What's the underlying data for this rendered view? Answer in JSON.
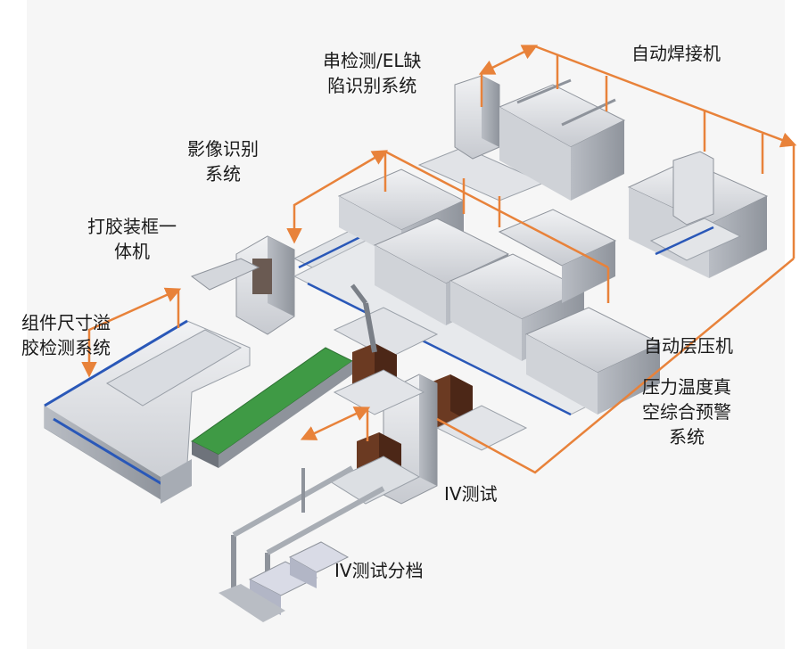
{
  "labels": {
    "el_defect": [
      "串检测/EL缺",
      "陷识别系统"
    ],
    "auto_welder": [
      "自动焊接机"
    ],
    "image_recognition": [
      "影像识别",
      "系统"
    ],
    "glue_frame": [
      "打胶装框一",
      "体机"
    ],
    "size_glue_check": [
      "组件尺寸溢",
      "胶检测系统"
    ],
    "auto_laminator": [
      "自动层压机"
    ],
    "pressure_warning": [
      "压力温度真",
      "空综合预警",
      "系统"
    ],
    "iv_test": [
      "IV测试"
    ],
    "iv_sorting": [
      "IV测试分档"
    ]
  },
  "colors": {
    "arrow": "#e8823a",
    "machine_light": "#e4e6ea",
    "machine_mid": "#c9ccd2",
    "machine_dark": "#8e939b",
    "rail_blue": "#2a58b8",
    "conveyor_green": "#3f9a45",
    "crate_brown": "#6b3a22",
    "floor": "#f6f6f6"
  }
}
